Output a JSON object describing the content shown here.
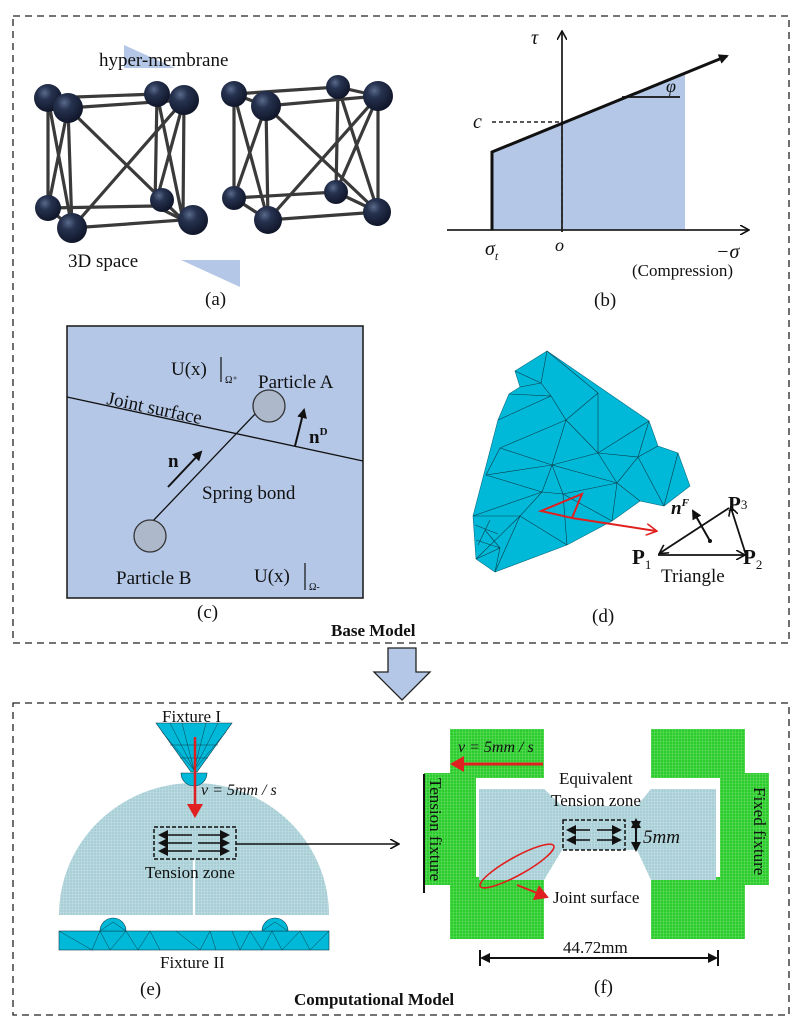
{
  "base_model": {
    "title": "Base Model",
    "panel_a": {
      "label": "(a)",
      "hyper_membrane": "hyper-membrane",
      "space_3d": "3D space"
    },
    "panel_b": {
      "label": "(b)",
      "tau": "τ",
      "c": "c",
      "phi": "φ",
      "sigma_t": "σ",
      "sigma_t_sub": "t",
      "origin": "o",
      "neg_sigma": "−σ",
      "compression": "(Compression)"
    },
    "panel_c": {
      "label": "(c)",
      "u_plus": "U(x)",
      "u_plus_sub": "Ω⁺",
      "u_minus": "U(x)",
      "u_minus_sub": "Ω-",
      "particle_a": "Particle A",
      "particle_b": "Particle B",
      "joint_surface": "Joint surface",
      "spring_bond": "Spring bond",
      "n": "n",
      "n_d": "n",
      "n_d_sup": "D"
    },
    "panel_d": {
      "label": "(d)",
      "n_f": "n",
      "n_f_sup": "F",
      "p1": "P",
      "p1_sub": "1",
      "p2": "P",
      "p2_sub": "2",
      "p3": "P",
      "p3_sub": "3",
      "triangle": "Triangle"
    }
  },
  "computational_model": {
    "title": "Computational Model",
    "panel_e": {
      "label": "(e)",
      "fixture_1": "Fixture I",
      "fixture_2": "Fixture II",
      "velocity": "v = 5mm / s",
      "tension_zone": "Tension zone"
    },
    "panel_f": {
      "label": "(f)",
      "velocity": "v = 5mm / s",
      "equivalent_1": "Equivalent",
      "equivalent_2": "Tension zone",
      "width_5mm": "5mm",
      "joint_surface": "Joint surface",
      "tension_fixture": "Tension fixture",
      "fixed_fixture": "Fixed fixture",
      "span": "44.72mm"
    }
  },
  "colors": {
    "light_blue_fill": "#b4c7e7",
    "mesh_cyan": "#00b4d8",
    "specimen_teal": "#a7cdd3",
    "fixture_green": "#22cc22",
    "arrow_red": "#e02020",
    "sphere_navy": "#1f2a44"
  }
}
